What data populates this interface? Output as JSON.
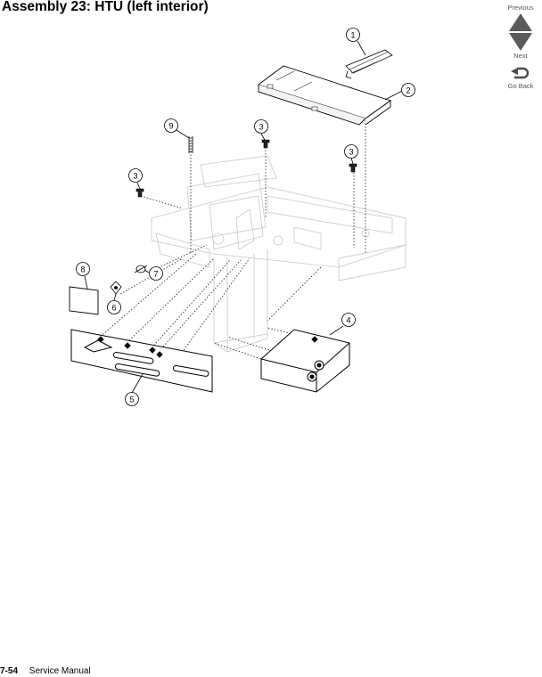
{
  "page": {
    "title": "Assembly 23:  HTU (left interior)",
    "footer_page": "7-54",
    "footer_text": "Service Manual"
  },
  "nav": {
    "previous_label": "Previous",
    "next_label": "Next",
    "go_back_label": "Go Back",
    "arrow_color": "#5b5b5b"
  },
  "callouts": [
    "1",
    "2",
    "3",
    "3",
    "3",
    "4",
    "5",
    "6",
    "7",
    "8",
    "9"
  ]
}
